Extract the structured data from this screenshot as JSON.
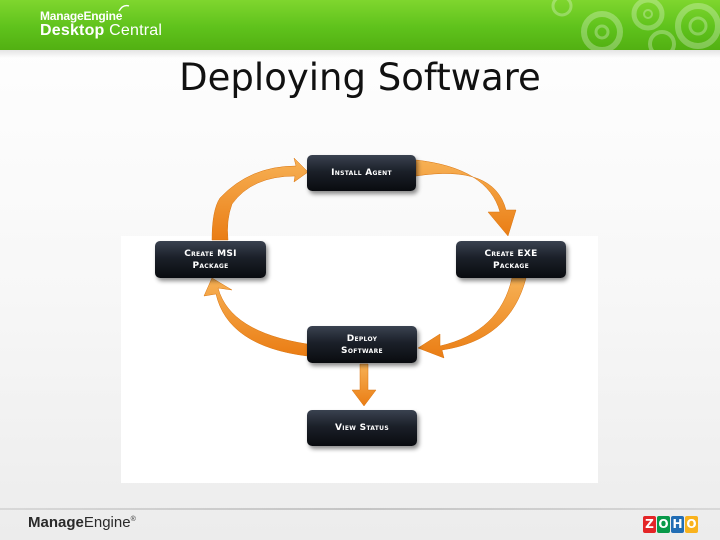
{
  "header": {
    "brand_top": "ManageEngine",
    "brand_bold": "Desktop",
    "brand_rest": " Central"
  },
  "slide": {
    "title": "Deploying Software"
  },
  "diagram": {
    "steps": [
      {
        "id": "install-agent",
        "lines": [
          "Install Agent"
        ]
      },
      {
        "id": "create-exe",
        "lines": [
          "Create EXE",
          "Package"
        ]
      },
      {
        "id": "deploy-software",
        "lines": [
          "Deploy",
          "Software"
        ]
      },
      {
        "id": "create-msi",
        "lines": [
          "Create MSI",
          "Package"
        ]
      },
      {
        "id": "view-status",
        "lines": [
          "View Status"
        ]
      }
    ],
    "flow": [
      [
        "Install Agent",
        "Create EXE Package"
      ],
      [
        "Create EXE Package",
        "Deploy Software"
      ],
      [
        "Deploy Software",
        "Create MSI Package"
      ],
      [
        "Create MSI Package",
        "Install Agent"
      ],
      [
        "Deploy Software",
        "View Status"
      ]
    ],
    "colors": {
      "arrow": "#f08a1c",
      "box": "#1b2029",
      "box_text": "#ffffff"
    }
  },
  "footer": {
    "brand_bold": "Manage",
    "brand_rest": "Engine",
    "brand_mark": "®",
    "zoho_letters": [
      "Z",
      "O",
      "H",
      "O"
    ],
    "zoho_colors": [
      "#e42527",
      "#089949",
      "#226db4",
      "#f9b21d"
    ]
  }
}
